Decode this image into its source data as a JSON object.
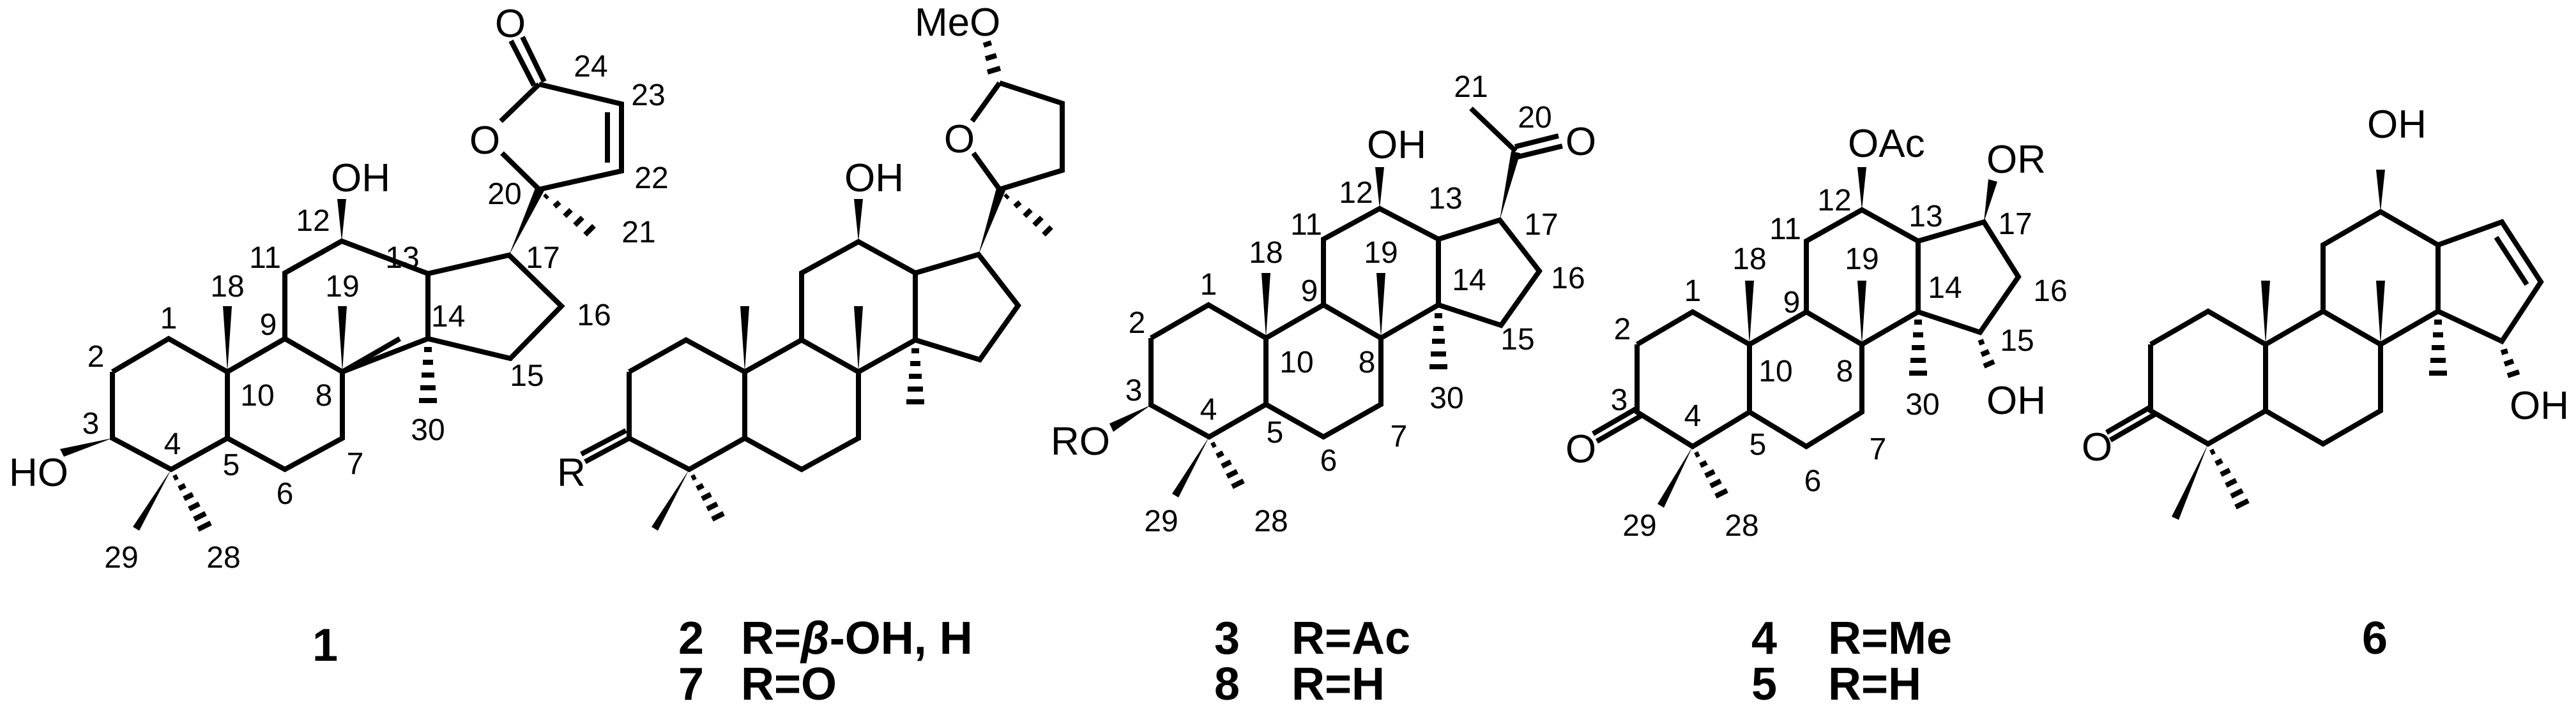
{
  "figure": {
    "background": "#ffffff",
    "ink_color": "#000000",
    "compounds": [
      {
        "id": "1",
        "label": "1",
        "substituents": {
          "c3": "HO",
          "c12": "OH",
          "lactone_O_ring": "O",
          "lactone_O_carbonyl": "O"
        },
        "atom_numbers": [
          "1",
          "2",
          "3",
          "4",
          "5",
          "6",
          "7",
          "8",
          "9",
          "10",
          "11",
          "12",
          "13",
          "14",
          "15",
          "16",
          "17",
          "18",
          "19",
          "20",
          "21",
          "22",
          "23",
          "24",
          "28",
          "29",
          "30"
        ]
      },
      {
        "id": "2",
        "label_lines": [
          {
            "num": "2",
            "r_prefix": "R=",
            "r_greek": "β",
            "r_rest": "-OH, H"
          },
          {
            "num": "7",
            "r_prefix": "R=",
            "r_greek": "",
            "r_rest": "O"
          }
        ],
        "substituents": {
          "c3": "R",
          "c12": "OH",
          "ring_O": "O",
          "methoxy": "MeO"
        }
      },
      {
        "id": "3",
        "label_lines": [
          {
            "num": "3",
            "r_text": "R=Ac"
          },
          {
            "num": "8",
            "r_text": "R=H"
          }
        ],
        "substituents": {
          "c3": "RO",
          "c12": "OH",
          "c20_O": "O"
        },
        "atom_numbers": [
          "1",
          "2",
          "3",
          "4",
          "5",
          "6",
          "7",
          "8",
          "9",
          "10",
          "11",
          "12",
          "13",
          "14",
          "15",
          "16",
          "17",
          "18",
          "19",
          "20",
          "21",
          "28",
          "29",
          "30"
        ]
      },
      {
        "id": "4",
        "label_lines": [
          {
            "num": "4",
            "r_text": "R=Me"
          },
          {
            "num": "5",
            "r_text": "R=H"
          }
        ],
        "substituents": {
          "c3": "O",
          "c12": "OAc",
          "c17": "OR",
          "c15": "OH"
        },
        "atom_numbers": [
          "1",
          "2",
          "3",
          "4",
          "5",
          "6",
          "7",
          "8",
          "9",
          "10",
          "11",
          "12",
          "13",
          "14",
          "15",
          "16",
          "17",
          "18",
          "19",
          "28",
          "29",
          "30"
        ]
      },
      {
        "id": "6",
        "label": "6",
        "substituents": {
          "c3": "O",
          "c12": "OH",
          "c15": "OH"
        }
      }
    ]
  }
}
